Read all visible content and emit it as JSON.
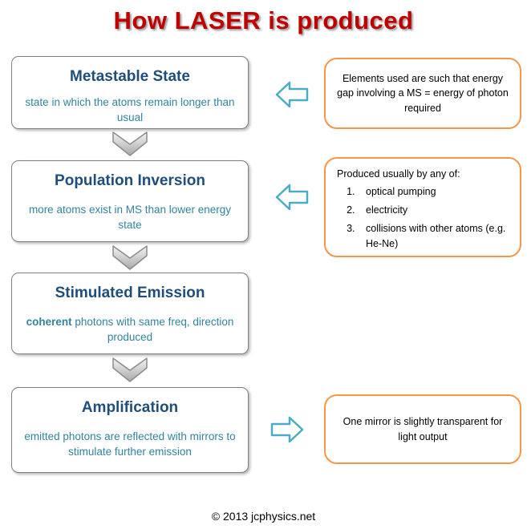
{
  "title": "How LASER is produced",
  "steps": [
    {
      "heading": "Metastable State",
      "body": "state in which the atoms remain longer than usual"
    },
    {
      "heading": "Population Inversion",
      "body": "more atoms exist in MS than lower energy state"
    },
    {
      "heading": "Stimulated Emission",
      "body_bold": "coherent",
      "body_rest": " photons with same freq, direction produced"
    },
    {
      "heading": "Amplification",
      "body": "emitted photons are reflected with mirrors to stimulate further emission"
    }
  ],
  "notes": {
    "metastable": {
      "text": "Elements used are such that energy gap involving a MS = energy of photon required"
    },
    "inversion": {
      "intro": "Produced usually by any of:",
      "items": [
        "optical pumping",
        "electricity",
        "collisions with other atoms (e.g. He-Ne)"
      ]
    },
    "amplification": {
      "text": "One mirror is slightly transparent for light output"
    }
  },
  "footer": "© 2013 jcphysics.net",
  "colors": {
    "title": "#C00000",
    "step_heading": "#1F4E79",
    "step_body": "#31849B",
    "note_border": "#F79646",
    "arrow_outline": "#4BACC6",
    "chevron_fill": "#BFBFBF"
  }
}
